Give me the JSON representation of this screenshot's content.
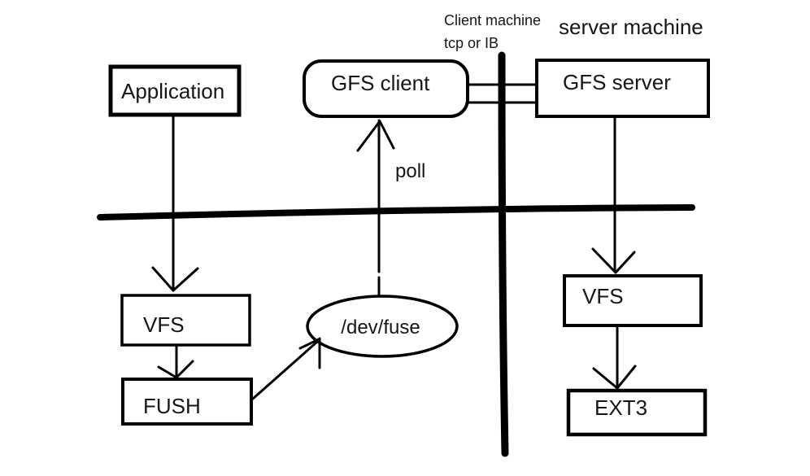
{
  "machine_labels": {
    "client_machine": "Client machine",
    "tcp_or_ib": "tcp or IB",
    "server_machine": "server machine"
  },
  "nodes": {
    "application": "Application",
    "gfs_client": "GFS client",
    "gfs_server": "GFS server",
    "vfs_client": "VFS",
    "fush": "FUSH",
    "dev_fuse": "/dev/fuse",
    "vfs_server": "VFS",
    "ext3": "EXT3"
  },
  "edge_labels": {
    "poll": "poll"
  },
  "colors": {
    "ink": "#000000",
    "text": "#161616",
    "background": "#ffffff"
  }
}
